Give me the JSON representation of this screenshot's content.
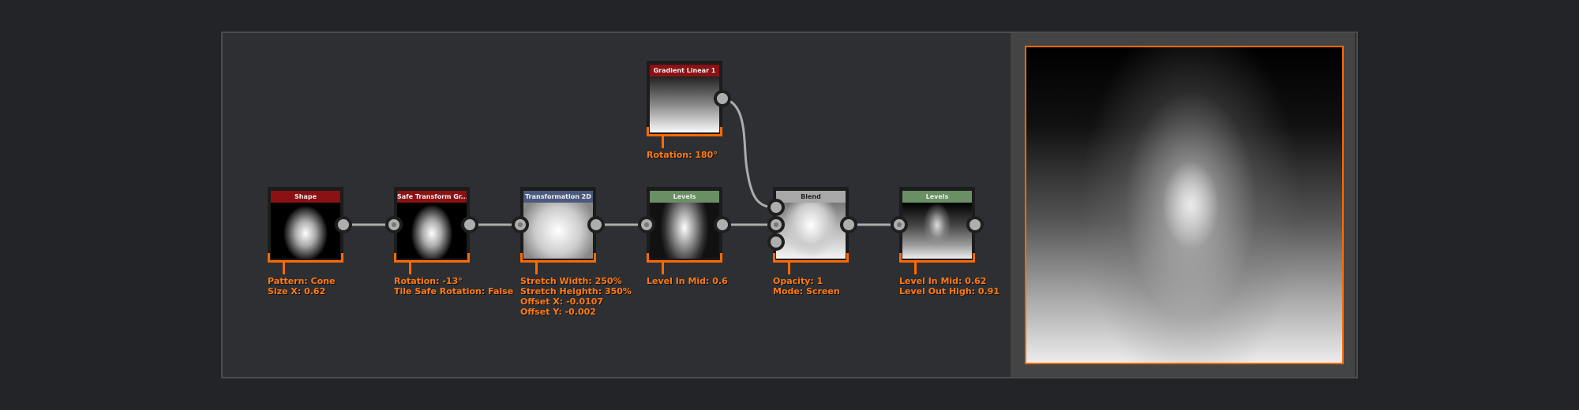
{
  "colors": {
    "accent": "#ff6a00",
    "header_red": "#8a1214",
    "header_blue": "#4a5a7e",
    "header_green": "#6a8f64",
    "header_gray": "#a8a8a8"
  },
  "nodes": {
    "shape": {
      "title": "Shape",
      "params": [
        "Pattern: Cone",
        "Size X: 0.62"
      ]
    },
    "safe_transform": {
      "title": "Safe Transform Gr...",
      "params": [
        "Rotation: -13°",
        "Tile Safe Rotation: False"
      ]
    },
    "transformation": {
      "title": "Transformation 2D",
      "params": [
        "Stretch Width: 250%",
        "Stretch Heighth: 350%",
        "Offset X: -0.0107",
        "Offset Y: -0.002"
      ]
    },
    "levels1": {
      "title": "Levels",
      "params": [
        "Level In Mid: 0.6"
      ]
    },
    "gradient": {
      "title": "Gradient Linear 1",
      "params": [
        "Rotation: 180°"
      ]
    },
    "blend": {
      "title": "Blend",
      "params": [
        "Opacity: 1",
        "Mode: Screen"
      ]
    },
    "levels2": {
      "title": "Levels",
      "params": [
        "Level In Mid: 0.62",
        "Level Out High: 0.91"
      ]
    }
  }
}
